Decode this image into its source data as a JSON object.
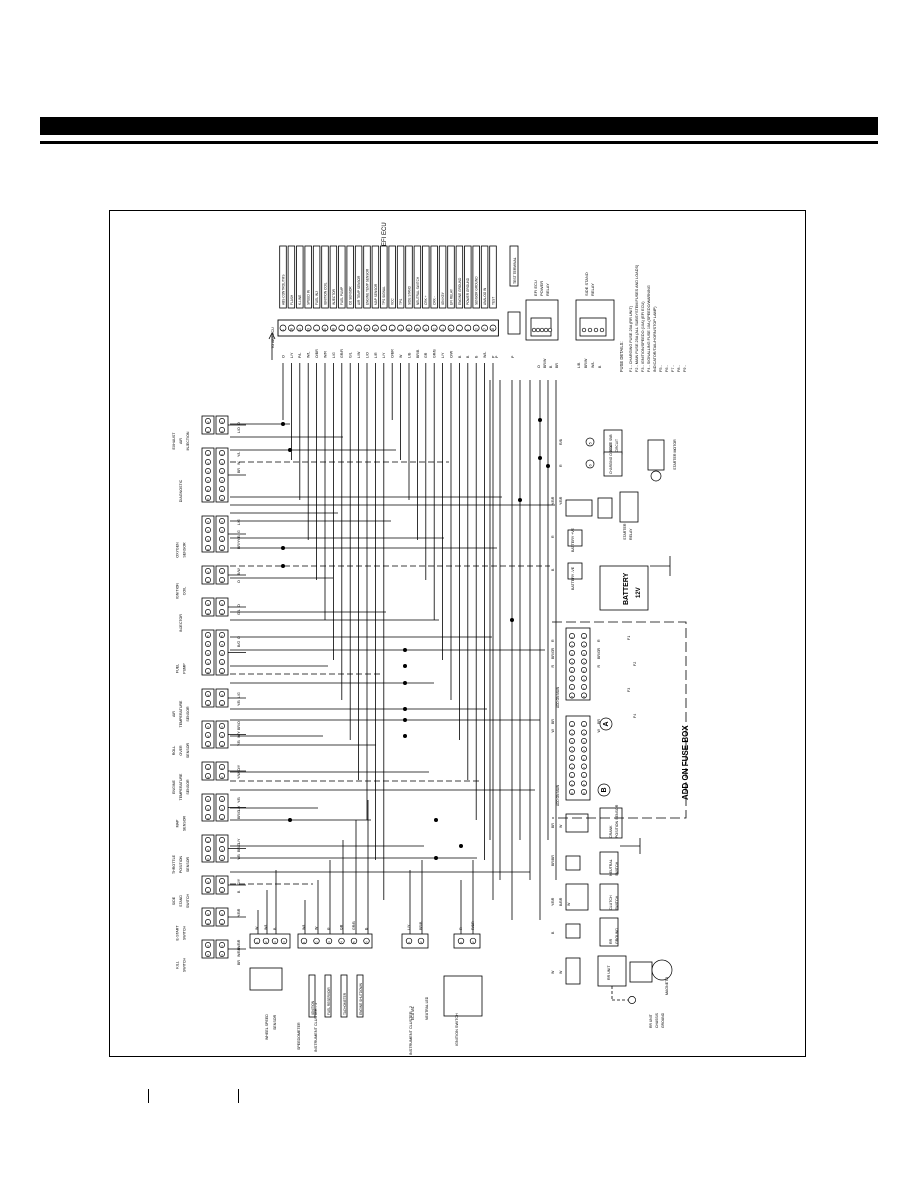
{
  "diagram": {
    "title": "ADD ON FUSE BOX",
    "ecu": {
      "label": "EFI ECU",
      "to_abs": "TO ABS ECU",
      "pins": [
        {
          "n": "1",
          "w": "O",
          "f": "ABS CONTROL/TMS"
        },
        {
          "n": "28",
          "w": "L/Y",
          "f": "FLASH"
        },
        {
          "n": "30",
          "w": "P/L",
          "f": "K-LINE"
        },
        {
          "n": "33",
          "w": "W/L",
          "f": "SPEED IN"
        },
        {
          "n": "2",
          "w": "O/BR",
          "f": "FUEL INJ"
        },
        {
          "n": "36",
          "w": "W/R",
          "f": "IGNITION COIL"
        },
        {
          "n": "38",
          "w": "L/G",
          "f": "INJECTOR"
        },
        {
          "n": "8",
          "w": "GR/R",
          "f": "FUEL PUMP"
        },
        {
          "n": "9",
          "w": "G/L",
          "f": "O2 SENSOR"
        },
        {
          "n": "26",
          "w": "L/W",
          "f": "AIR TEMP SENSOR"
        },
        {
          "n": "24",
          "w": "L/O",
          "f": "ENGINE TEMP SENSOR"
        },
        {
          "n": "23",
          "w": "L/R",
          "f": "MAP SENSOR"
        },
        {
          "n": "3",
          "w": "L/Y",
          "f": "TPS SIGNAL"
        },
        {
          "n": "4",
          "w": "O/BR",
          "f": "VCC"
        },
        {
          "n": "11",
          "w": "W",
          "f": "TPS"
        },
        {
          "n": "35",
          "w": "L/B",
          "f": "SIDE STAND"
        },
        {
          "n": "29",
          "w": "BR/B",
          "f": "NEUTRAL SWITCH"
        },
        {
          "n": "31",
          "w": "GR",
          "f": "CRK +"
        },
        {
          "n": "22",
          "w": "GR/B",
          "f": "CRK -"
        },
        {
          "n": "21",
          "w": "L/Y",
          "f": "IGN KEY"
        },
        {
          "n": "27",
          "w": "O/W",
          "f": "EFI RELAY"
        },
        {
          "n": "7",
          "w": "B",
          "f": "ENGINE GROUND"
        },
        {
          "n": "6",
          "w": "B",
          "f": "POWER GROUND"
        },
        {
          "n": "10",
          "w": "B",
          "f": "SENSOR GROUND"
        },
        {
          "n": "17",
          "w": "W/L",
          "f": "ANALOG IN"
        },
        {
          "n": "18",
          "w": "P",
          "f": "TEST"
        }
      ],
      "test_terminal": "TEST TERMINAL"
    },
    "relays": {
      "efi_power": {
        "l1": "EFI ECU",
        "l2": "POWER",
        "l3": "RELAY",
        "wires": [
          "O",
          "BR/W",
          "B",
          "BR"
        ],
        "pins": [
          "1",
          "2",
          "3",
          "4",
          "5"
        ]
      },
      "side_stand": {
        "l1": "SIDE STAND",
        "l2": "RELAY",
        "wires": [
          "L/B",
          "BR/W",
          "W/L",
          "B"
        ],
        "pins": [
          "1",
          "2",
          "3",
          "4"
        ]
      }
    },
    "fuse_details": {
      "heading": "FUSE DETAILS:",
      "lines": [
        "F1 - CHARGING FUSE 25A (RR UNIT)",
        "F2 - MAIN FUSE 25A (ALL SUBSYSTEM FUSES AND LOADS)",
        "F3 - IGNITION/SPEEDO (10A) (EFI ECU)",
        "F4 - SIGNALLING FUSE 10A (SPEEDO/WARNING",
        "       INDICATOR/TAIL/HORN/STOP LAMP)",
        "F5 -",
        "F6 -",
        "F7 -",
        "F8 -",
        "F9 -"
      ]
    },
    "left_connectors": [
      {
        "name": "EXHAUST AIR INJECTION",
        "pins": [
          "2",
          "1"
        ],
        "wires": [
          "O",
          "L/O"
        ]
      },
      {
        "name": "DIAGNOSTIC",
        "pins": [
          "1",
          "2",
          "3",
          "4",
          "5",
          "6"
        ],
        "wires": [
          "Y/L",
          "W",
          "BR"
        ]
      },
      {
        "name": "OXYGEN SENSOR",
        "pins": [
          "4",
          "3",
          "2",
          "1"
        ],
        "wires": [
          "L/G",
          "G",
          "Y/B",
          "BR/Y"
        ]
      },
      {
        "name": "IGNITION COIL",
        "pins": [
          "2",
          "1"
        ],
        "wires": [
          "B/W",
          "O"
        ]
      },
      {
        "name": "INJECTOR",
        "pins": [
          "2",
          "1"
        ],
        "wires": [
          "O",
          "G/L"
        ]
      },
      {
        "name": "FUEL PUMP",
        "pins": [
          "5",
          "4",
          "3",
          "2",
          "1"
        ],
        "wires": [
          "O",
          "B/G"
        ]
      },
      {
        "name": "AIR TEMPERATURE SENSOR",
        "pins": [
          "2",
          "1"
        ],
        "wires": [
          "L/G",
          "Y/B"
        ]
      },
      {
        "name": "ROLL OVER SENSOR",
        "pins": [
          "3",
          "2",
          "1"
        ],
        "wires": [
          "BR/O",
          "W/Y",
          "Y/B"
        ]
      },
      {
        "name": "ENGINE TEMPERATURE SENSOR",
        "pins": [
          "1",
          "2"
        ],
        "wires": [
          "O/Y",
          "Y/W"
        ]
      },
      {
        "name": "MAP SENSOR",
        "pins": [
          "3",
          "2",
          "1"
        ],
        "wires": [
          "Y/B",
          "L/Y",
          "BR/G"
        ]
      },
      {
        "name": "THROTTLE POSITION SENSOR",
        "pins": [
          "1",
          "2",
          "3"
        ],
        "wires": [
          "L/Y",
          "BR/G",
          "Y/B"
        ]
      },
      {
        "name": "SIDE STAND SWITCH",
        "pins": [
          "2",
          "1"
        ],
        "wires": [
          "G/Y",
          "B"
        ]
      },
      {
        "name": "E-START SWITCH",
        "pins": [
          "2",
          "1"
        ],
        "wires": [
          "Y/BR"
        ]
      },
      {
        "name": "KILL SWITCH",
        "pins": [
          "3",
          "4"
        ],
        "wires": [
          "W/BR",
          "W/BR",
          "BR"
        ]
      }
    ],
    "bottom_left": [
      {
        "name": "WHEEL SPEED SENSOR",
        "pins": [
          "1",
          "2",
          "3",
          "4"
        ],
        "wires": [
          "W",
          "W/L",
          "B"
        ]
      },
      {
        "name": "SPEEDOMETER",
        "pins": [
          "1",
          "2",
          "3",
          "4",
          "5",
          "6"
        ],
        "wires": [
          "W/L",
          "W",
          "R",
          "GR",
          "GR/B",
          "B"
        ],
        "items": [
          "IGNITION",
          "FUEL RESERVOIR",
          "TACHOMETER",
          "ENGINE SHUTDOWN"
        ]
      },
      {
        "name": "INSTRUMENT CLUSTER - 1",
        "pins": []
      },
      {
        "name": "INSTRUMENT CLUSTER - 2",
        "pins": [
          "1",
          "2"
        ],
        "wires": [
          "L/Y",
          "BR/B"
        ],
        "items": [
          "ECU MIL",
          "NEUTRAL LED"
        ]
      },
      {
        "name": "IGNITION SWITCH",
        "pins": [
          "1",
          "2"
        ],
        "wires": [
          "R",
          "R/BR"
        ]
      }
    ],
    "right_components": [
      {
        "name": "STARTER MOTOR"
      },
      {
        "name": "RELAY STARTER",
        "wires": [
          "Y/BR",
          "Y/BR"
        ]
      },
      {
        "name": "BATTERY +VE",
        "wires": [
          "R"
        ]
      },
      {
        "name": "BATTERY -VE",
        "wires": [
          "B"
        ]
      },
      {
        "name": "BATTERY",
        "l2": "12V"
      },
      {
        "name": "CRANK POSITION SENSOR",
        "wires": [
          "BR",
          "W"
        ]
      },
      {
        "name": "NEUTRAL SWITCH",
        "wires": [
          "BR/BR"
        ]
      },
      {
        "name": "CLUTCH SWITCH",
        "wires": [
          "Y/BR",
          "B/BR",
          "W"
        ]
      },
      {
        "name": "RR GROUND",
        "wires": [
          "B"
        ]
      },
      {
        "name": "RR UNIT",
        "wires": [
          "W",
          "W"
        ]
      },
      {
        "name": "MAGNETO"
      },
      {
        "name": "RR UNIT CHASSIS GROUND"
      },
      {
        "name": "DIODE SNB CIRCUIT",
        "pins": [
          "5"
        ],
        "wires": [
          "R/B"
        ]
      },
      {
        "name": "CHARGING CIRCUIT",
        "pins": [
          "6"
        ],
        "wires": [
          "R"
        ]
      }
    ],
    "fuse_box": {
      "a_label": "A",
      "b_label": "B",
      "accm": "ADD ON MAIN",
      "a_wires": [
        "R",
        "R",
        "BR/G",
        "R"
      ],
      "b_wires": [
        "BR",
        "W"
      ],
      "fuses": [
        "F1",
        "F2",
        "F3",
        "F4"
      ]
    }
  },
  "colors": {
    "ink": "#000000",
    "paper": "#ffffff"
  }
}
